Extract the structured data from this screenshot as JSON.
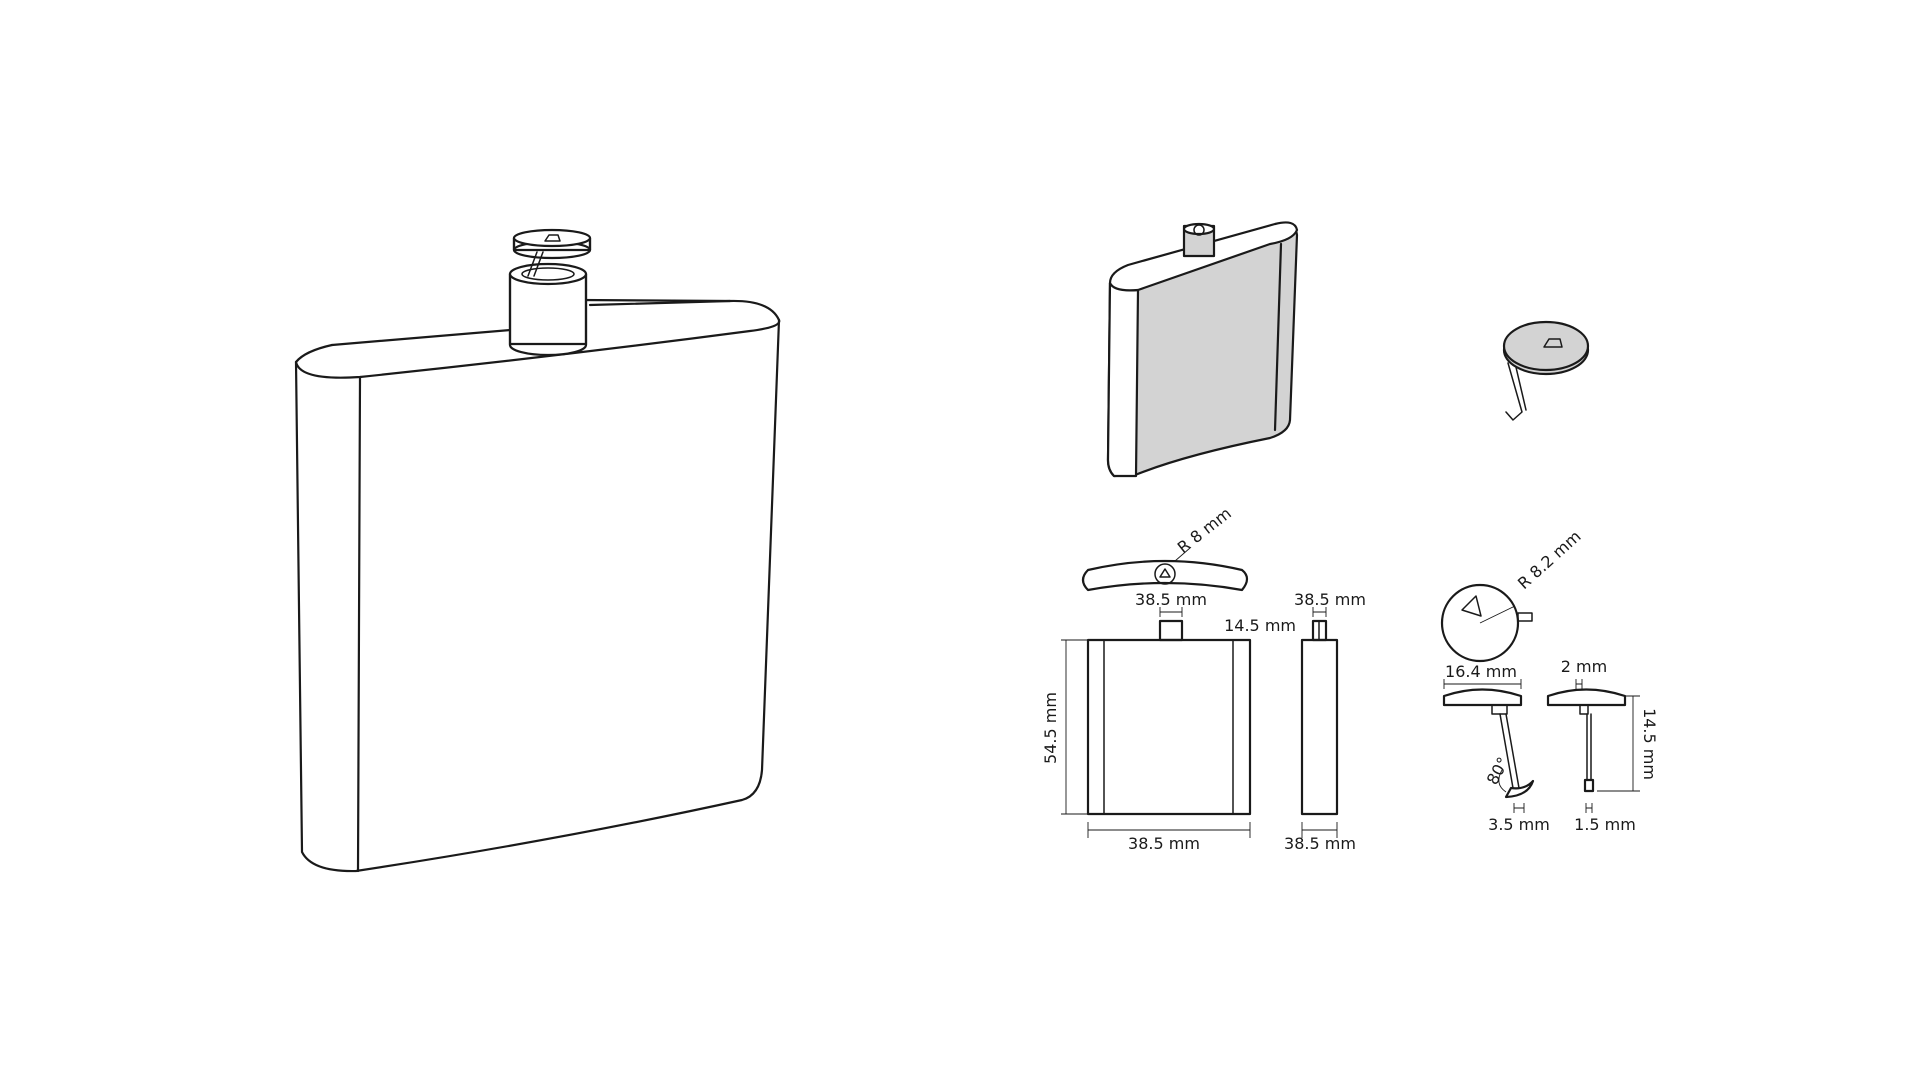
{
  "dimensions": {
    "cap_radius": "R 8 mm",
    "cap_width_top": "38.5 mm",
    "neck_width_side": "38.5 mm",
    "neck_height": "14.5 mm",
    "body_height": "54.5 mm",
    "body_width_front": "38.5 mm",
    "body_width_side": "38.5 mm",
    "lid_radius": "R 8.2 mm",
    "lid_diameter": "16.4 mm",
    "hinge_offset": "2 mm",
    "lid_height": "14.5 mm",
    "hinge_angle": "80°",
    "arm_width_front": "3.5 mm",
    "arm_width_side": "1.5 mm"
  },
  "colors": {
    "line": "#1a1a1a",
    "shade": "#d3d3d3",
    "background": "#ffffff"
  }
}
